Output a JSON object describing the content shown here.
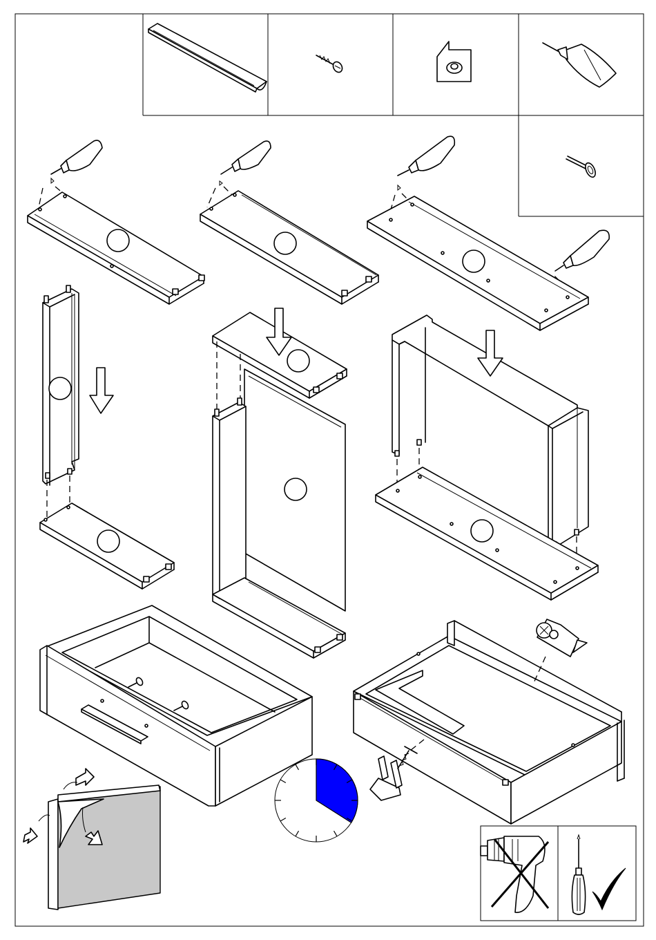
{
  "page": {
    "kind": "assembly-instruction-sheet",
    "background": "#ffffff",
    "line_color": "#000000",
    "accent_color": "#0000ff",
    "shading_color": "#c8c8c8"
  },
  "parts_legend": {
    "icons": [
      "handle-rail-icon",
      "wood-screw-icon",
      "corner-bracket-icon",
      "glue-tube-icon",
      "cam-bolt-icon"
    ]
  },
  "steps": {
    "glue_steps": 3,
    "assembly_steps": 3,
    "drawer_steps": 2
  },
  "assembly_time": {
    "clock_face_ticks": 12,
    "elapsed_fraction": 0.34
  },
  "tools": {
    "drill": {
      "icon": "power-drill-icon",
      "allowed": false
    },
    "screwdriver": {
      "icon": "screwdriver-icon",
      "allowed": true
    }
  },
  "film_removal": {
    "icon": "peel-film-icon"
  }
}
